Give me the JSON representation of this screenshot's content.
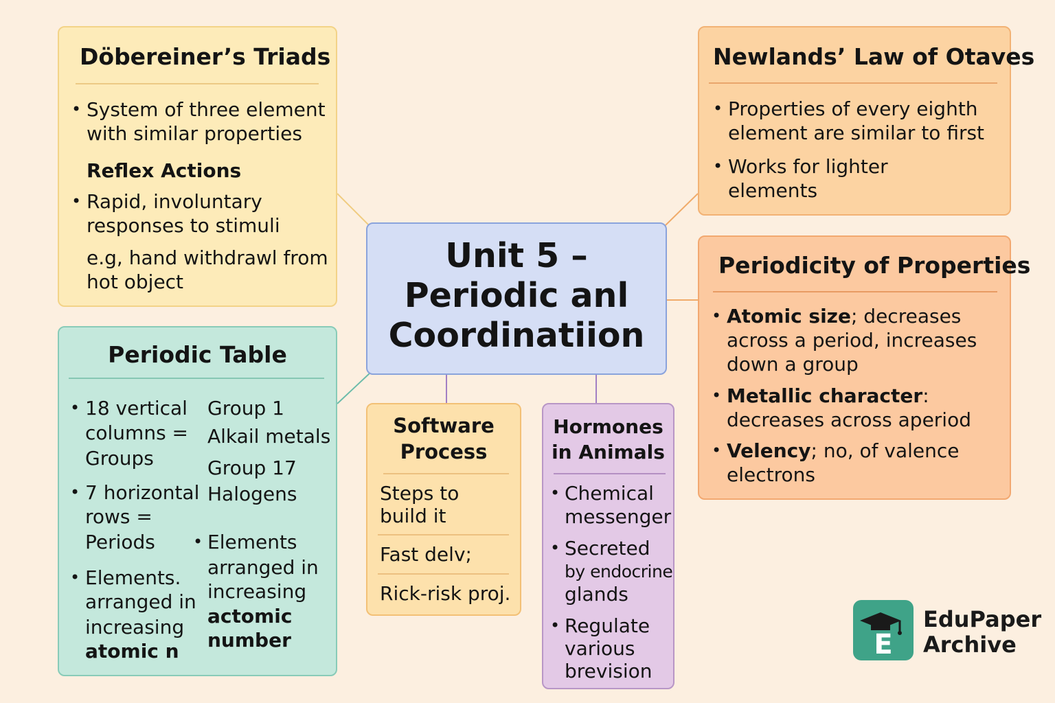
{
  "center": {
    "lines": [
      "Unit 5 –",
      "Periodic anl",
      "Coordinatiion"
    ]
  },
  "dobereiner": {
    "title": "Döbereiner’s Triads",
    "bullet1_lines": [
      "System of three element",
      "with similar properties"
    ],
    "subheading": "Reflex Actions",
    "bullet2_lines": [
      "Rapid, involuntary",
      "responses to stimuli"
    ],
    "example_lines": [
      "e.g, hand withdrawl from",
      "hot object"
    ]
  },
  "newlands": {
    "title": "Newlands’ Law of Otaves",
    "bullet1_lines": [
      "Properties of every eighth",
      "element are similar to first"
    ],
    "bullet2_lines": [
      "Works for lighter",
      "elements"
    ]
  },
  "periodicity": {
    "title": "Periodicity of Properties",
    "items": [
      {
        "term": "Atomic size",
        "rest_first": "; decreases",
        "more_lines": [
          "across a period, increases",
          "down a group"
        ]
      },
      {
        "term": "Metallic character",
        "rest_first": ":",
        "more_lines": [
          "decreases across aperiod"
        ]
      },
      {
        "term": "Velency",
        "rest_first": "; no, of valence",
        "more_lines": [
          "electrons"
        ]
      }
    ]
  },
  "periodic_table": {
    "title": "Periodic Table",
    "left_bullet1_lines": [
      "18 vertical",
      "columns =",
      "Groups"
    ],
    "left_bullet2_lines": [
      "7 horizontal",
      "rows =",
      "Periods"
    ],
    "left_bullet3_lines": [
      "Elements.",
      "arranged in",
      "increasing"
    ],
    "left_bullet3_bold": "atomic n",
    "right_group1_lines": [
      "Group 1",
      "Alkail metals"
    ],
    "right_group17_lines": [
      "Group 17",
      "Halogens"
    ],
    "right_bullet_lines": [
      "Elements",
      "arranged in",
      "increasing"
    ],
    "right_bullet_bold_lines": [
      "actomic",
      "number"
    ]
  },
  "software": {
    "title_lines": [
      "Software",
      "Process"
    ],
    "item1_lines": [
      "Steps to",
      "build it"
    ],
    "item2": "Fast delv;",
    "item3": "Rick-risk proj."
  },
  "hormones": {
    "title_lines": [
      "Hormones",
      "in Animals"
    ],
    "bullet1_lines": [
      "Chemical",
      "messenger"
    ],
    "bullet2_lines": [
      "Secreted",
      "by endocrine",
      "glands"
    ],
    "bullet3_lines": [
      "Regulate",
      "various",
      "brevision"
    ]
  },
  "logo": {
    "letter": "E",
    "lines": [
      "EduPaper",
      "Archive"
    ]
  },
  "colors": {
    "background": "#fcefe0",
    "dobereiner": "#fdebb9",
    "newlands": "#fcd3a2",
    "periodicity": "#fcc9a0",
    "center": "#d5def5",
    "periodic_table": "#c4e8dc",
    "software": "#fde1ac",
    "hormones": "#e3c9e6",
    "logo": "#3fa388"
  }
}
